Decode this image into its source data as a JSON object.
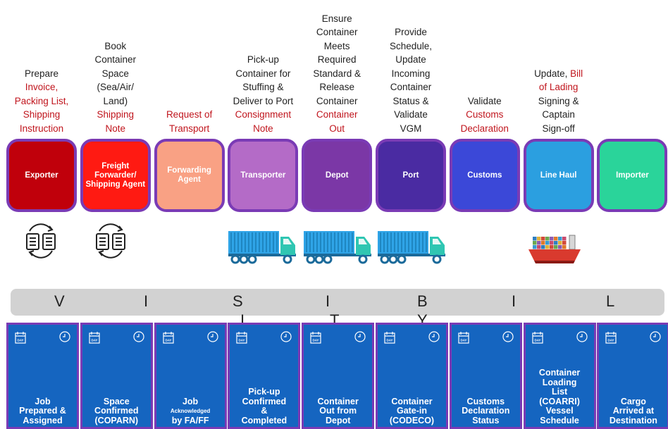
{
  "steps": [
    {
      "desc": [
        [
          "Prepare",
          "k"
        ],
        [
          "Invoice,",
          "r"
        ],
        [
          "Packing List,",
          "r"
        ],
        [
          "Shipping",
          "r"
        ],
        [
          "Instruction",
          "r"
        ]
      ],
      "box": "Exporter",
      "color": "#c0000b"
    },
    {
      "desc": [
        [
          "Book",
          "k"
        ],
        [
          "Container",
          "k"
        ],
        [
          "Space",
          "k"
        ],
        [
          "(Sea/Air/",
          "k"
        ],
        [
          "Land)",
          "k"
        ],
        [
          "Shipping",
          "r"
        ],
        [
          "Note",
          "r"
        ]
      ],
      "box": "Freight Forwarder/ Shipping Agent",
      "color": "#ff1a12"
    },
    {
      "desc": [
        [
          "Request of",
          "r"
        ],
        [
          "Transport",
          "r"
        ]
      ],
      "box": "Forwarding Agent",
      "color": "#f9a184"
    },
    {
      "desc": [
        [
          "Pick-up",
          "k"
        ],
        [
          "Container for",
          "k"
        ],
        [
          "Stuffing &",
          "k"
        ],
        [
          "Deliver to Port",
          "k"
        ],
        [
          "Consignment",
          "r"
        ],
        [
          "Note",
          "r"
        ]
      ],
      "box": "Transporter",
      "color": "#b46bc7"
    },
    {
      "desc": [
        [
          "Ensure",
          "k"
        ],
        [
          "Container",
          "k"
        ],
        [
          "Meets",
          "k"
        ],
        [
          "Required",
          "k"
        ],
        [
          "Standard &",
          "k"
        ],
        [
          "Release",
          "k"
        ],
        [
          "Container",
          "k"
        ],
        [
          "Container",
          "r"
        ],
        [
          "Out",
          "r"
        ]
      ],
      "box": "Depot",
      "color": "#7b37a6"
    },
    {
      "desc": [
        [
          "Provide",
          "k"
        ],
        [
          "Schedule,",
          "k"
        ],
        [
          "Update",
          "k"
        ],
        [
          "Incoming",
          "k"
        ],
        [
          "Container",
          "k"
        ],
        [
          "Status &",
          "k"
        ],
        [
          "Validate",
          "k"
        ],
        [
          "VGM",
          "k"
        ]
      ],
      "box": "Port",
      "color": "#4a2ba2"
    },
    {
      "desc": [
        [
          "Validate",
          "k"
        ],
        [
          "Customs",
          "r"
        ],
        [
          "Declaration",
          "r"
        ]
      ],
      "box": "Customs",
      "color": "#3b48d8"
    },
    {
      "desc": [
        [
          "Update, Bill",
          "mixed"
        ],
        [
          "of Lading",
          "r"
        ],
        [
          "Signing &",
          "k"
        ],
        [
          "Captain",
          "k"
        ],
        [
          "Sign-off",
          "k"
        ]
      ],
      "box": "Line Haul",
      "color": "#2b9fe0"
    },
    {
      "desc": [],
      "box": "Importer",
      "color": "#2ad49a"
    }
  ],
  "mixed_line": {
    "black": "Update, ",
    "red": "Bill"
  },
  "visibility_letters": [
    "V",
    "I",
    "S",
    "I",
    "B",
    "I",
    "L",
    "I",
    "T",
    "Y"
  ],
  "milestones": [
    {
      "lines": [
        "Job",
        "Prepared &",
        "Assigned"
      ]
    },
    {
      "lines": [
        "Space",
        "Confirmed",
        "(COPARN)"
      ]
    },
    {
      "lines": [
        "Job",
        "Acknowledged",
        "by FA/FF"
      ]
    },
    {
      "lines": [
        "Pick-up",
        "Confirmed",
        "&",
        "Completed"
      ]
    },
    {
      "lines": [
        "Container",
        "Out from",
        "Depot"
      ]
    },
    {
      "lines": [
        "Container",
        "Gate-in",
        "(CODECO)"
      ]
    },
    {
      "lines": [
        "Customs",
        "Declaration",
        "Status"
      ]
    },
    {
      "lines": [
        "Container",
        "Loading",
        "List",
        "(COARRI)",
        "Vessel",
        "Schedule"
      ]
    },
    {
      "lines": [
        "Cargo",
        "Arrived at",
        "Destination"
      ]
    }
  ],
  "calendar_label": "DAY",
  "icons": {
    "calendar": "calendar-icon",
    "clock": "clock-icon",
    "document": "document-exchange-icon",
    "truck": "container-truck-icon",
    "ship": "cargo-ship-icon"
  },
  "colors": {
    "border": "#7a3bb5",
    "card": "#1565c0",
    "red_text": "#c0141c",
    "band": "#d2d2d2"
  }
}
